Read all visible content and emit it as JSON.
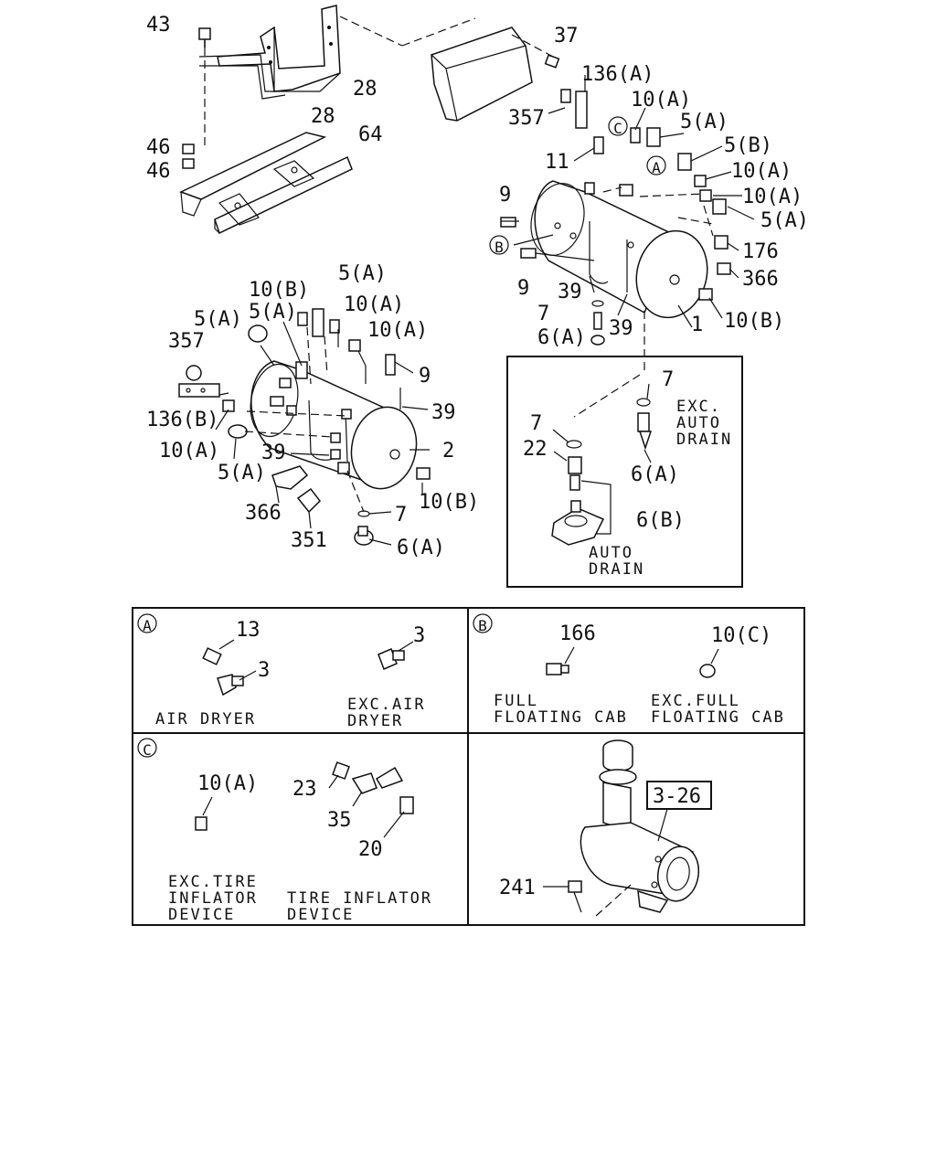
{
  "callouts": {
    "c43": "43",
    "c37": "37",
    "c28a": "28",
    "c28b": "28",
    "c46a": "46",
    "c46b": "46",
    "c64": "64",
    "c136a": "136(A)",
    "c357r": "357",
    "c10a_r1": "10(A)",
    "c5a_r1": "5(A)",
    "c5b_r": "5(B)",
    "c11": "11",
    "c10a_r2": "10(A)",
    "c9r": "9",
    "c10a_r3": "10(A)",
    "c5a_r2": "5(A)",
    "c176": "176",
    "c366r": "366",
    "c9r2": "9",
    "c39r1": "39",
    "c39r2": "39",
    "c7r": "7",
    "c1": "1",
    "c10b_r": "10(B)",
    "c6a_r": "6(A)",
    "c5a_l1": "5(A)",
    "c10b_l": "10(B)",
    "c5a_l2": "5(A)",
    "c10a_l1": "10(A)",
    "c5a_l3": "5(A)",
    "c10a_l2": "10(A)",
    "c357l": "357",
    "c9l": "9",
    "c136b": "136(B)",
    "c39l1": "39",
    "c10a_l3": "10(A)",
    "c2": "2",
    "c39l2": "39",
    "c5a_l4": "5(A)",
    "c10b_l2": "10(B)",
    "c366l": "366",
    "c7l": "7",
    "c351": "351",
    "c6a_l": "6(A)",
    "c7d1": "7",
    "c7d2": "7",
    "c22": "22",
    "c6a_d": "6(A)",
    "c6b": "6(B)",
    "cA13": "13",
    "cA3a": "3",
    "cA3b": "3",
    "cB166": "166",
    "cB10c": "10(C)",
    "cC10a": "10(A)",
    "cC23": "23",
    "cC35": "35",
    "cC20": "20",
    "cD326": "3-26",
    "cD241": "241"
  },
  "markers": {
    "A": "A",
    "B": "B",
    "C": "C"
  },
  "notes": {
    "exc_auto_drain": [
      "EXC.",
      "AUTO",
      "DRAIN"
    ],
    "auto_drain": [
      "AUTO",
      "DRAIN"
    ],
    "air_dryer": "AIR DRYER",
    "exc_air_dryer": [
      "EXC.AIR",
      "DRYER"
    ],
    "full_floating_cab": [
      "FULL",
      "FLOATING CAB"
    ],
    "exc_full_floating_cab": [
      "EXC.FULL",
      "FLOATING CAB"
    ],
    "exc_tire_inflator": [
      "EXC.TIRE",
      "INFLATOR",
      "DEVICE"
    ],
    "tire_inflator": [
      "TIRE INFLATOR",
      "DEVICE"
    ]
  }
}
